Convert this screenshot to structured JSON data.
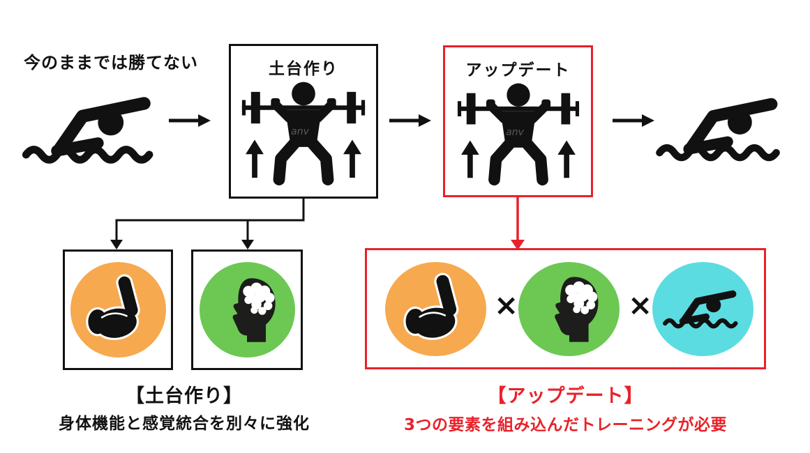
{
  "colors": {
    "accent_red": "#E8212A",
    "circle_orange": "#F6A94E",
    "circle_green": "#6CC853",
    "circle_cyan": "#5BDCE1",
    "ink_black": "#111111"
  },
  "top_flow": {
    "intro_label": "今のままでは勝てない",
    "foundation_box": {
      "title": "土台作り"
    },
    "update_box": {
      "title": "アップデート"
    }
  },
  "foundation_detail": {
    "heading": "【土台作り】",
    "description": "身体機能と感覚統合を別々に強化"
  },
  "update_detail": {
    "heading": "【アップデート】",
    "description": "3つの要素を組み込んだトレーニングが必要",
    "multiply_sign": "×"
  },
  "icons": {
    "swimmer": "swimmer-icon",
    "squat": "squat-barbell-icon",
    "muscle": "muscle-arm-icon",
    "brain": "brain-head-icon",
    "flow_arrow": "arrow-right-icon",
    "watermark": "anv"
  }
}
